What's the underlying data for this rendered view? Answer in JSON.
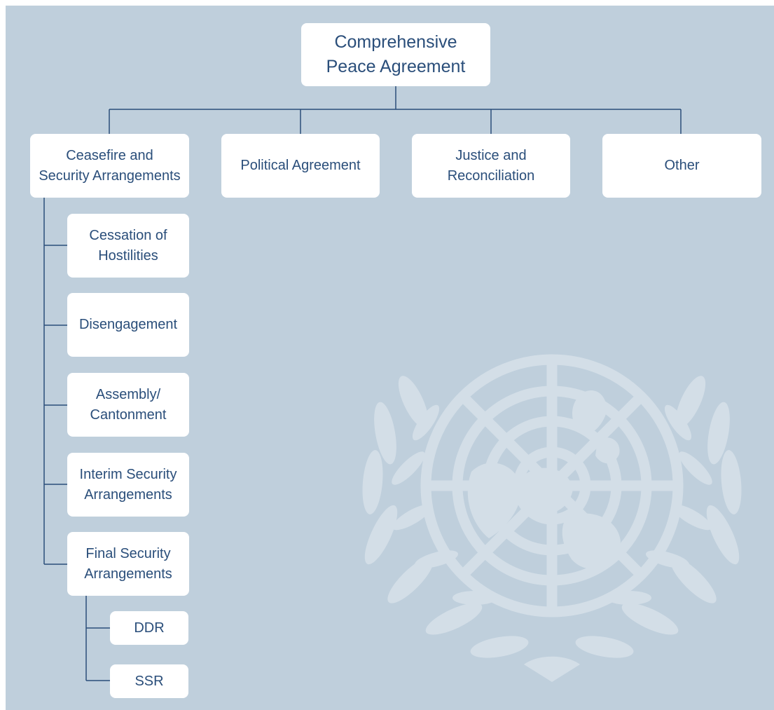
{
  "diagram": {
    "colors": {
      "background": "#bfcfdc",
      "node_fill": "#ffffff",
      "node_text": "#2a4e7a",
      "connector": "#2a4e7a",
      "emblem": "#d3dee7"
    },
    "emblem_icon": "un-emblem-icon",
    "root": {
      "label": "Comprehensive\nPeace Agreement"
    },
    "categories": [
      {
        "label": "Ceasefire and\nSecurity Arrangements"
      },
      {
        "label": "Political Agreement"
      },
      {
        "label": "Justice and\nReconciliation"
      },
      {
        "label": "Other"
      }
    ],
    "ceasefire_children": [
      {
        "label": "Cessation of\nHostilities"
      },
      {
        "label": "Disengagement"
      },
      {
        "label": "Assembly/\nCantonment"
      },
      {
        "label": "Interim Security\nArrangements"
      },
      {
        "label": "Final Security\nArrangements"
      }
    ],
    "final_security_children": [
      {
        "label": "DDR"
      },
      {
        "label": "SSR"
      }
    ]
  }
}
